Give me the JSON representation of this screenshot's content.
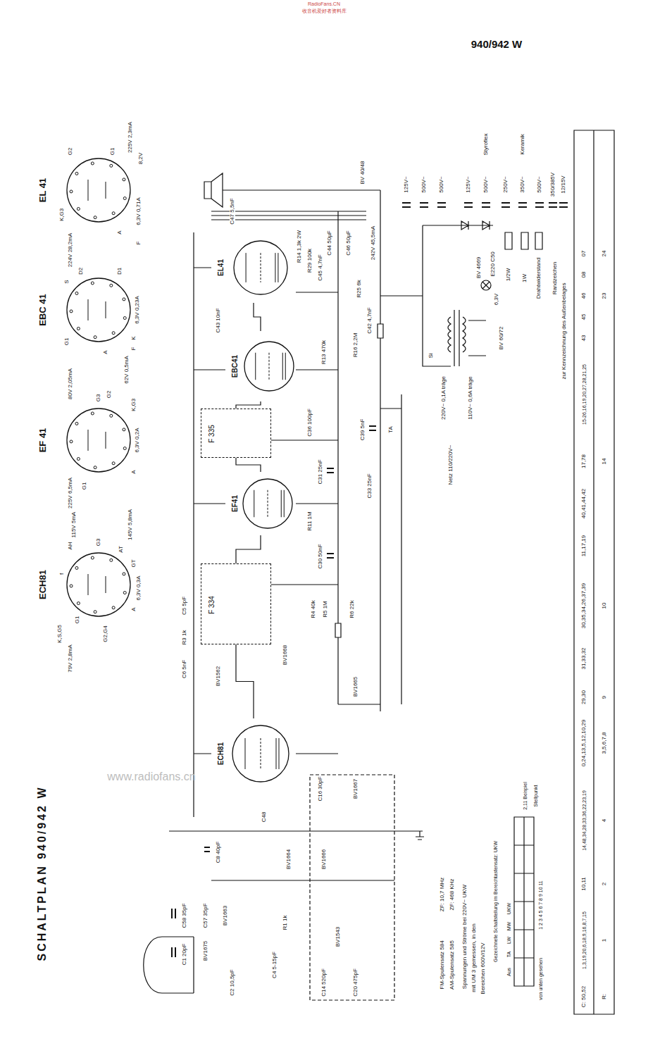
{
  "diagram": {
    "title": "SCHALTPLAN 940/942 W",
    "nodes": [
      {
        "text": [
          "ECH81"
        ]
      },
      {
        "text": [
          "EF 41"
        ]
      },
      {
        "text": [
          "EBC 41"
        ]
      },
      {
        "text": [
          "EL 41"
        ]
      },
      {
        "text": [
          "ECH81"
        ]
      },
      {
        "text": [
          "F 334"
        ]
      },
      {
        "text": [
          "EF41"
        ]
      },
      {
        "text": [
          "F 335"
        ]
      },
      {
        "text": [
          "EBC41"
        ]
      },
      {
        "text": [
          "EL41"
        ]
      }
    ],
    "edges": [
      {
        "from": 4,
        "to": 5,
        "arrow": "none"
      },
      {
        "from": 5,
        "to": 6,
        "arrow": "none"
      },
      {
        "from": 6,
        "to": 7,
        "arrow": "none"
      },
      {
        "from": 7,
        "to": 8,
        "arrow": "none"
      },
      {
        "from": 8,
        "to": 9,
        "arrow": "none"
      }
    ],
    "labels": [
      "940/942 W",
      "RadioFans.CN",
      "收音机爱好者资料库",
      "www.radiofans.cn",
      "79V 2,8mA",
      "K,S,G5",
      "G1",
      "G2,G4",
      "A",
      "6,3V 0,3A",
      "GT",
      "AT",
      "145V 5,8mA",
      "G3",
      "AH",
      "f",
      "115V 5mA",
      "80V 2,05mA",
      "225V 6,5mA",
      "6,3V 0,2A",
      "G3",
      "G2",
      "A",
      "K,G3",
      "G1",
      "62V 0,5mA",
      "6,3V 0,23A",
      "D1",
      "D2",
      "K",
      "F",
      "S",
      "G1",
      "A",
      "225V 2,3mA",
      "224V 28,2mA",
      "8,2V",
      "6,3V 0,71A",
      "G2",
      "K,G3",
      "A",
      "F",
      "G1",
      "C1 20pF",
      "C58 35pF",
      "C57 35pF",
      "BV1675",
      "C2 10,5pF",
      "BV1663",
      "C8 40pF",
      "C4 5-15pF",
      "R1 1k",
      "BV1664",
      "C48",
      "C14 520pF",
      "BV1543",
      "C20 475pF",
      "BV1666",
      "BV1667",
      "C16 30pF",
      "BV1665",
      "BV1668",
      "BV1562",
      "C5 5pF",
      "R3 1k",
      "C6 5nF",
      "R4 40k",
      "R5 1M",
      "R6 22k",
      "C30 50nF",
      "C31 25nF",
      "R11 1M",
      "C33 25nF",
      "C39 5nF",
      "TA",
      "C36 100pF",
      "R13 470k",
      "R16 2,2M",
      "C42 4,7nF",
      "C43 10nF",
      "R29 100k",
      "C45 4,7nF",
      "C47 5,5nF",
      "R14 1,3k 2W",
      "BV 40/48",
      "C44 50µF",
      "C46 50µF",
      "242V 45,5mA",
      "R25 6k",
      "E220 C50",
      "BV 4669",
      "6,3V",
      "BV 60/72",
      "Si",
      "220V~ 0,1A träge",
      "110V~ 0,6A träge",
      "Netz 110/220V~",
      "125V~",
      "500V~",
      "500V~",
      "125V~",
      "500V~",
      "Styroflex",
      "250V~",
      "350V~",
      "500V~",
      "Keramik",
      "350/385V",
      "12/15V",
      "1/2W",
      "1W",
      "Drahtwiderstand",
      "Randzeichen",
      "zur Kennzeichnung des Außenbelages",
      "FM-Spulensatz 584",
      "ZF: 10,7 MHz",
      "AM-Spulensatz 585",
      "ZF: 468 KHz",
      "Spannungen und Ströme bei 220V~ UKW",
      "mit UM 3 gemessen, in den",
      "Bereichen 600V/12V",
      "Gezeichnete Schaltstellung im Bereichtastensatz: UKW",
      "Aus",
      "TA",
      "LW",
      "MW",
      "UKW",
      "1 2 3 4 5 6 7 8 9 10 11",
      "von unten gesehen",
      "2,11 Beispiel",
      "Stellpunkt",
      "C: 50,52",
      "1,3,19,20,6,18,9,16,8,7,15",
      "10,11",
      "14,48,34,28,33,36,22,23,19",
      "0,24,13,5,12,10,29",
      "29,30",
      "31,33,32",
      "30,35,34,26,37,39",
      "11,17,19",
      "40,41,44,42",
      "17,78",
      "15-26,16,19,20,27,28,21,25",
      "43",
      "45",
      "46",
      "08",
      "07",
      "R:",
      "1",
      "2",
      "4",
      "3,5,6,7,8",
      "9",
      "10",
      "14",
      "23",
      "24"
    ]
  }
}
